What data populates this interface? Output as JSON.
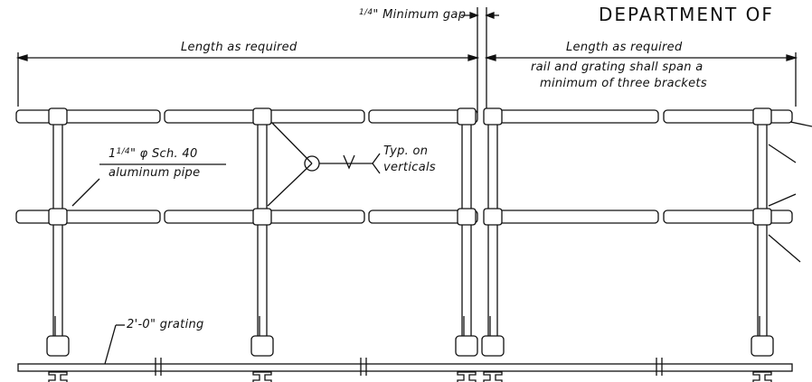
{
  "title": "DEPARTMENT OF",
  "labels": {
    "gap_frac": "1/4",
    "gap_text": "\" Minimum gap",
    "length_left": "Length as required",
    "length_right": "Length as required",
    "span_line1": "rail and grating shall span a",
    "span_line2": "minimum of three brackets",
    "pipe_size": "1",
    "pipe_frac": "1/4",
    "pipe_rest": "\" φ Sch. 40",
    "pipe_material": "aluminum pipe",
    "weld_typ": "Typ. on",
    "weld_vert": "verticals",
    "grating": "2'-0\" grating"
  },
  "colors": {
    "ink": "#111111",
    "paper": "#ffffff"
  }
}
